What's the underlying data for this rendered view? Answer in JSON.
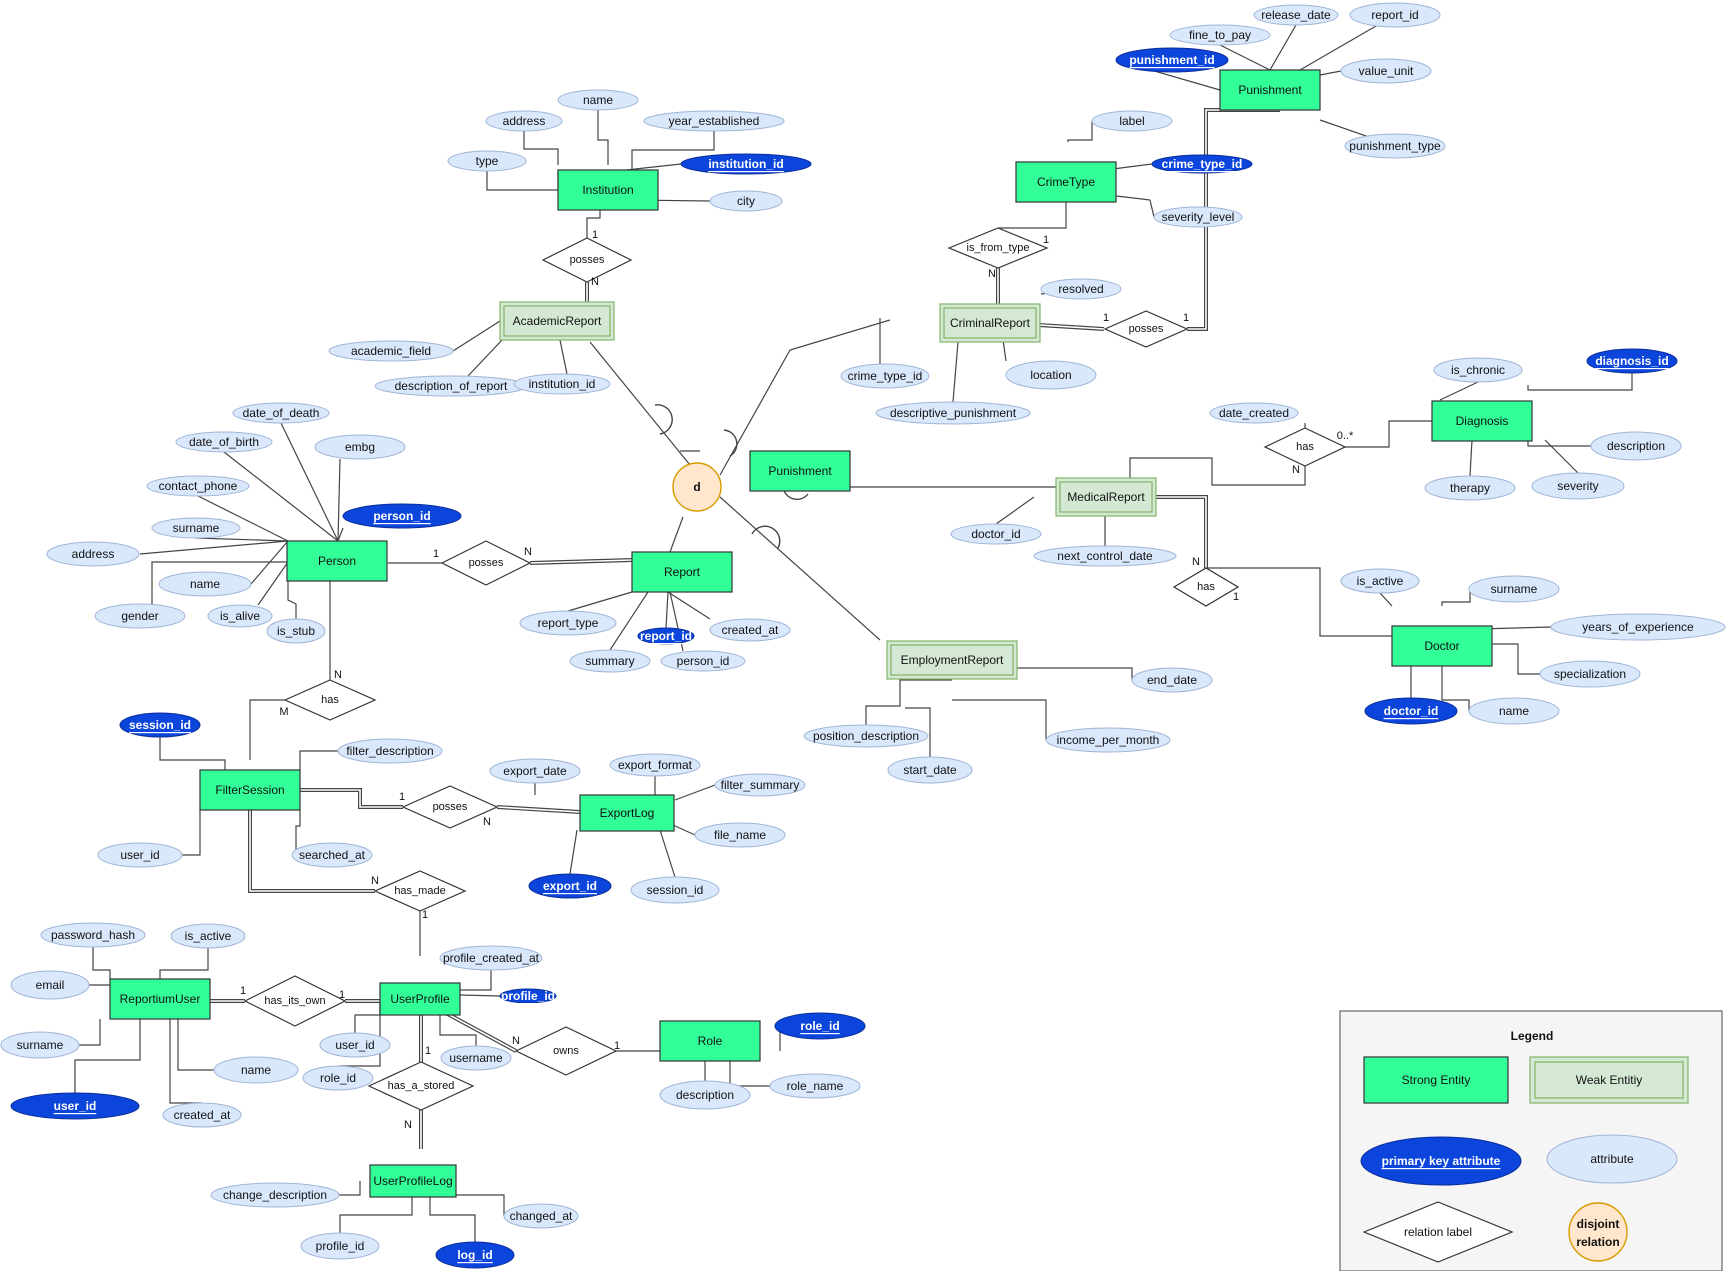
{
  "colors": {
    "strong": "#33ff99",
    "weak": "#d5e8d4",
    "attr": "#dae8fc",
    "attr_stroke": "#9fb5d6",
    "pk": "#0b45db",
    "disjoint": "#ffe6cc",
    "disjoint_stroke": "#d79b00",
    "legend_bg": "#f5f5f5"
  },
  "entities": [
    {
      "id": "institution",
      "label": "Institution",
      "kind": "strong"
    },
    {
      "id": "academic",
      "label": "AcademicReport",
      "kind": "weak"
    },
    {
      "id": "person",
      "label": "Person",
      "kind": "strong"
    },
    {
      "id": "report",
      "label": "Report",
      "kind": "strong"
    },
    {
      "id": "punishment_center",
      "label": "Punishment",
      "kind": "strong"
    },
    {
      "id": "crimetype",
      "label": "CrimeType",
      "kind": "strong"
    },
    {
      "id": "punishment_top",
      "label": "Punishment",
      "kind": "strong"
    },
    {
      "id": "criminal",
      "label": "CriminalReport",
      "kind": "weak"
    },
    {
      "id": "medical",
      "label": "MedicalReport",
      "kind": "weak"
    },
    {
      "id": "diagnosis",
      "label": "Diagnosis",
      "kind": "strong"
    },
    {
      "id": "doctor",
      "label": "Doctor",
      "kind": "strong"
    },
    {
      "id": "employment",
      "label": "EmploymentReport",
      "kind": "weak"
    },
    {
      "id": "filtersession",
      "label": "FilterSession",
      "kind": "strong"
    },
    {
      "id": "exportlog",
      "label": "ExportLog",
      "kind": "strong"
    },
    {
      "id": "reportiumuser",
      "label": "ReportiumUser",
      "kind": "strong"
    },
    {
      "id": "userprofile",
      "label": "UserProfile",
      "kind": "strong"
    },
    {
      "id": "role",
      "label": "Role",
      "kind": "strong"
    },
    {
      "id": "userprofilelog",
      "label": "UserProfileLog",
      "kind": "strong"
    }
  ],
  "relations": [
    {
      "id": "r_inst_acad",
      "label": "posses"
    },
    {
      "id": "r_person_report",
      "label": "posses"
    },
    {
      "id": "r_crime",
      "label": "is_from_type"
    },
    {
      "id": "r_crim_pun",
      "label": "posses"
    },
    {
      "id": "r_med_diag",
      "label": "has"
    },
    {
      "id": "r_med_doc",
      "label": "has"
    },
    {
      "id": "r_person_fs",
      "label": "has"
    },
    {
      "id": "r_fs_exp",
      "label": "posses"
    },
    {
      "id": "r_fs_up",
      "label": "has_made"
    },
    {
      "id": "r_ru_up",
      "label": "has_its_own"
    },
    {
      "id": "r_up_role",
      "label": "owns"
    },
    {
      "id": "r_up_log",
      "label": "has_a_stored"
    }
  ],
  "attributes": [
    {
      "id": "a_inst_address",
      "label": "address",
      "pk": false
    },
    {
      "id": "a_inst_name",
      "label": "name",
      "pk": false
    },
    {
      "id": "a_inst_year",
      "label": "year_established",
      "pk": false
    },
    {
      "id": "a_inst_type",
      "label": "type",
      "pk": false
    },
    {
      "id": "a_inst_id",
      "label": "institution_id",
      "pk": true
    },
    {
      "id": "a_inst_city",
      "label": "city",
      "pk": false
    },
    {
      "id": "a_acad_field",
      "label": "academic_field",
      "pk": false
    },
    {
      "id": "a_acad_desc",
      "label": "description_of_report",
      "pk": false
    },
    {
      "id": "a_acad_inst",
      "label": "institution_id",
      "pk": false
    },
    {
      "id": "a_p_dod",
      "label": "date_of_death",
      "pk": false
    },
    {
      "id": "a_p_dob",
      "label": "date_of_birth",
      "pk": false
    },
    {
      "id": "a_p_embg",
      "label": "embg",
      "pk": false
    },
    {
      "id": "a_p_phone",
      "label": "contact_phone",
      "pk": false
    },
    {
      "id": "a_p_id",
      "label": "person_id",
      "pk": true
    },
    {
      "id": "a_p_surname",
      "label": "surname",
      "pk": false
    },
    {
      "id": "a_p_address",
      "label": "address",
      "pk": false
    },
    {
      "id": "a_p_name",
      "label": "name",
      "pk": false
    },
    {
      "id": "a_p_gender",
      "label": "gender",
      "pk": false
    },
    {
      "id": "a_p_alive",
      "label": "is_alive",
      "pk": false
    },
    {
      "id": "a_p_stub",
      "label": "is_stub",
      "pk": false
    },
    {
      "id": "a_r_type",
      "label": "report_type",
      "pk": false
    },
    {
      "id": "a_r_id",
      "label": "report_id",
      "pk": true
    },
    {
      "id": "a_r_created",
      "label": "created_at",
      "pk": false
    },
    {
      "id": "a_r_summary",
      "label": "summary",
      "pk": false
    },
    {
      "id": "a_r_person",
      "label": "person_id",
      "pk": false
    },
    {
      "id": "a_ct_label",
      "label": "label",
      "pk": false
    },
    {
      "id": "a_ct_id",
      "label": "crime_type_id",
      "pk": true
    },
    {
      "id": "a_ct_sev",
      "label": "severity_level",
      "pk": false
    },
    {
      "id": "a_pun_fine",
      "label": "fine_to_pay",
      "pk": false
    },
    {
      "id": "a_pun_release",
      "label": "release_date",
      "pk": false
    },
    {
      "id": "a_pun_report",
      "label": "report_id",
      "pk": false
    },
    {
      "id": "a_pun_id",
      "label": "punishment_id",
      "pk": true
    },
    {
      "id": "a_pun_value",
      "label": "value_unit",
      "pk": false
    },
    {
      "id": "a_pun_type",
      "label": "punishment_type",
      "pk": false
    },
    {
      "id": "a_cr_resolved",
      "label": "resolved",
      "pk": false
    },
    {
      "id": "a_cr_ctid",
      "label": "crime_type_id",
      "pk": false
    },
    {
      "id": "a_cr_location",
      "label": "location",
      "pk": false
    },
    {
      "id": "a_cr_descpun",
      "label": "descriptive_punishment",
      "pk": false
    },
    {
      "id": "a_d_chronic",
      "label": "is_chronic",
      "pk": false
    },
    {
      "id": "a_d_id",
      "label": "diagnosis_id",
      "pk": true
    },
    {
      "id": "a_d_desc",
      "label": "description",
      "pk": false
    },
    {
      "id": "a_d_therapy",
      "label": "therapy",
      "pk": false
    },
    {
      "id": "a_d_severity",
      "label": "severity",
      "pk": false
    },
    {
      "id": "a_rel_date",
      "label": "date_created",
      "pk": false
    },
    {
      "id": "a_m_doctor",
      "label": "doctor_id",
      "pk": false
    },
    {
      "id": "a_m_next",
      "label": "next_control_date",
      "pk": false
    },
    {
      "id": "a_doc_active",
      "label": "is_active",
      "pk": false
    },
    {
      "id": "a_doc_surname",
      "label": "surname",
      "pk": false
    },
    {
      "id": "a_doc_years",
      "label": "years_of_experience",
      "pk": false
    },
    {
      "id": "a_doc_spec",
      "label": "specialization",
      "pk": false
    },
    {
      "id": "a_doc_id",
      "label": "doctor_id",
      "pk": true
    },
    {
      "id": "a_doc_name",
      "label": "name",
      "pk": false
    },
    {
      "id": "a_e_end",
      "label": "end_date",
      "pk": false
    },
    {
      "id": "a_e_pos",
      "label": "position_description",
      "pk": false
    },
    {
      "id": "a_e_income",
      "label": "income_per_month",
      "pk": false
    },
    {
      "id": "a_e_start",
      "label": "start_date",
      "pk": false
    },
    {
      "id": "a_fs_id",
      "label": "session_id",
      "pk": true
    },
    {
      "id": "a_fs_filter",
      "label": "filter_description",
      "pk": false
    },
    {
      "id": "a_fs_user",
      "label": "user_id",
      "pk": false
    },
    {
      "id": "a_fs_searched",
      "label": "searched_at",
      "pk": false
    },
    {
      "id": "a_ex_date",
      "label": "export_date",
      "pk": false
    },
    {
      "id": "a_ex_format",
      "label": "export_format",
      "pk": false
    },
    {
      "id": "a_ex_summary",
      "label": "filter_summary",
      "pk": false
    },
    {
      "id": "a_ex_file",
      "label": "file_name",
      "pk": false
    },
    {
      "id": "a_ex_id",
      "label": "export_id",
      "pk": true
    },
    {
      "id": "a_ex_session",
      "label": "session_id",
      "pk": false
    },
    {
      "id": "a_ru_pass",
      "label": "password_hash",
      "pk": false
    },
    {
      "id": "a_ru_active",
      "label": "is_active",
      "pk": false
    },
    {
      "id": "a_ru_email",
      "label": "email",
      "pk": false
    },
    {
      "id": "a_ru_surname",
      "label": "surname",
      "pk": false
    },
    {
      "id": "a_ru_name",
      "label": "name",
      "pk": false
    },
    {
      "id": "a_ru_id",
      "label": "user_id",
      "pk": true
    },
    {
      "id": "a_ru_created",
      "label": "created_at",
      "pk": false
    },
    {
      "id": "a_up_created",
      "label": "profile_created_at",
      "pk": false
    },
    {
      "id": "a_up_id",
      "label": "profile_id",
      "pk": true
    },
    {
      "id": "a_up_user",
      "label": "user_id",
      "pk": false
    },
    {
      "id": "a_up_username",
      "label": "username",
      "pk": false
    },
    {
      "id": "a_up_role",
      "label": "role_id",
      "pk": false
    },
    {
      "id": "a_role_id",
      "label": "role_id",
      "pk": true
    },
    {
      "id": "a_role_desc",
      "label": "description",
      "pk": false
    },
    {
      "id": "a_role_name",
      "label": "role_name",
      "pk": false
    },
    {
      "id": "a_log_change",
      "label": "change_description",
      "pk": false
    },
    {
      "id": "a_log_changed",
      "label": "changed_at",
      "pk": false
    },
    {
      "id": "a_log_profile",
      "label": "profile_id",
      "pk": false
    },
    {
      "id": "a_log_id",
      "label": "log_id",
      "pk": true
    }
  ],
  "disjoint": {
    "label": "d"
  },
  "cardinalities": [
    {
      "id": "c1",
      "label": "1"
    },
    {
      "id": "c2",
      "label": "N"
    },
    {
      "id": "c3",
      "label": "1"
    },
    {
      "id": "c4",
      "label": "N"
    },
    {
      "id": "c5",
      "label": "1"
    },
    {
      "id": "c6",
      "label": "N"
    },
    {
      "id": "c7",
      "label": "1"
    },
    {
      "id": "c8",
      "label": "1"
    },
    {
      "id": "c9",
      "label": "0..*"
    },
    {
      "id": "c10",
      "label": "N"
    },
    {
      "id": "c11",
      "label": "N"
    },
    {
      "id": "c12",
      "label": "1"
    },
    {
      "id": "c13",
      "label": "N"
    },
    {
      "id": "c14",
      "label": "M"
    },
    {
      "id": "c15",
      "label": "1"
    },
    {
      "id": "c16",
      "label": "N"
    },
    {
      "id": "c17",
      "label": "N"
    },
    {
      "id": "c18",
      "label": "1"
    },
    {
      "id": "c19",
      "label": "1"
    },
    {
      "id": "c20",
      "label": "1"
    },
    {
      "id": "c21",
      "label": "N"
    },
    {
      "id": "c22",
      "label": "1"
    },
    {
      "id": "c23",
      "label": "1"
    },
    {
      "id": "c24",
      "label": "N"
    }
  ],
  "legend": {
    "title": "Legend",
    "strong": "Strong Entity",
    "weak": "Weak Entitiy",
    "pk": "primary key attribute",
    "attr": "attribute",
    "relation": "relation label",
    "disjoint_line1": "disjoint",
    "disjoint_line2": "relation"
  }
}
